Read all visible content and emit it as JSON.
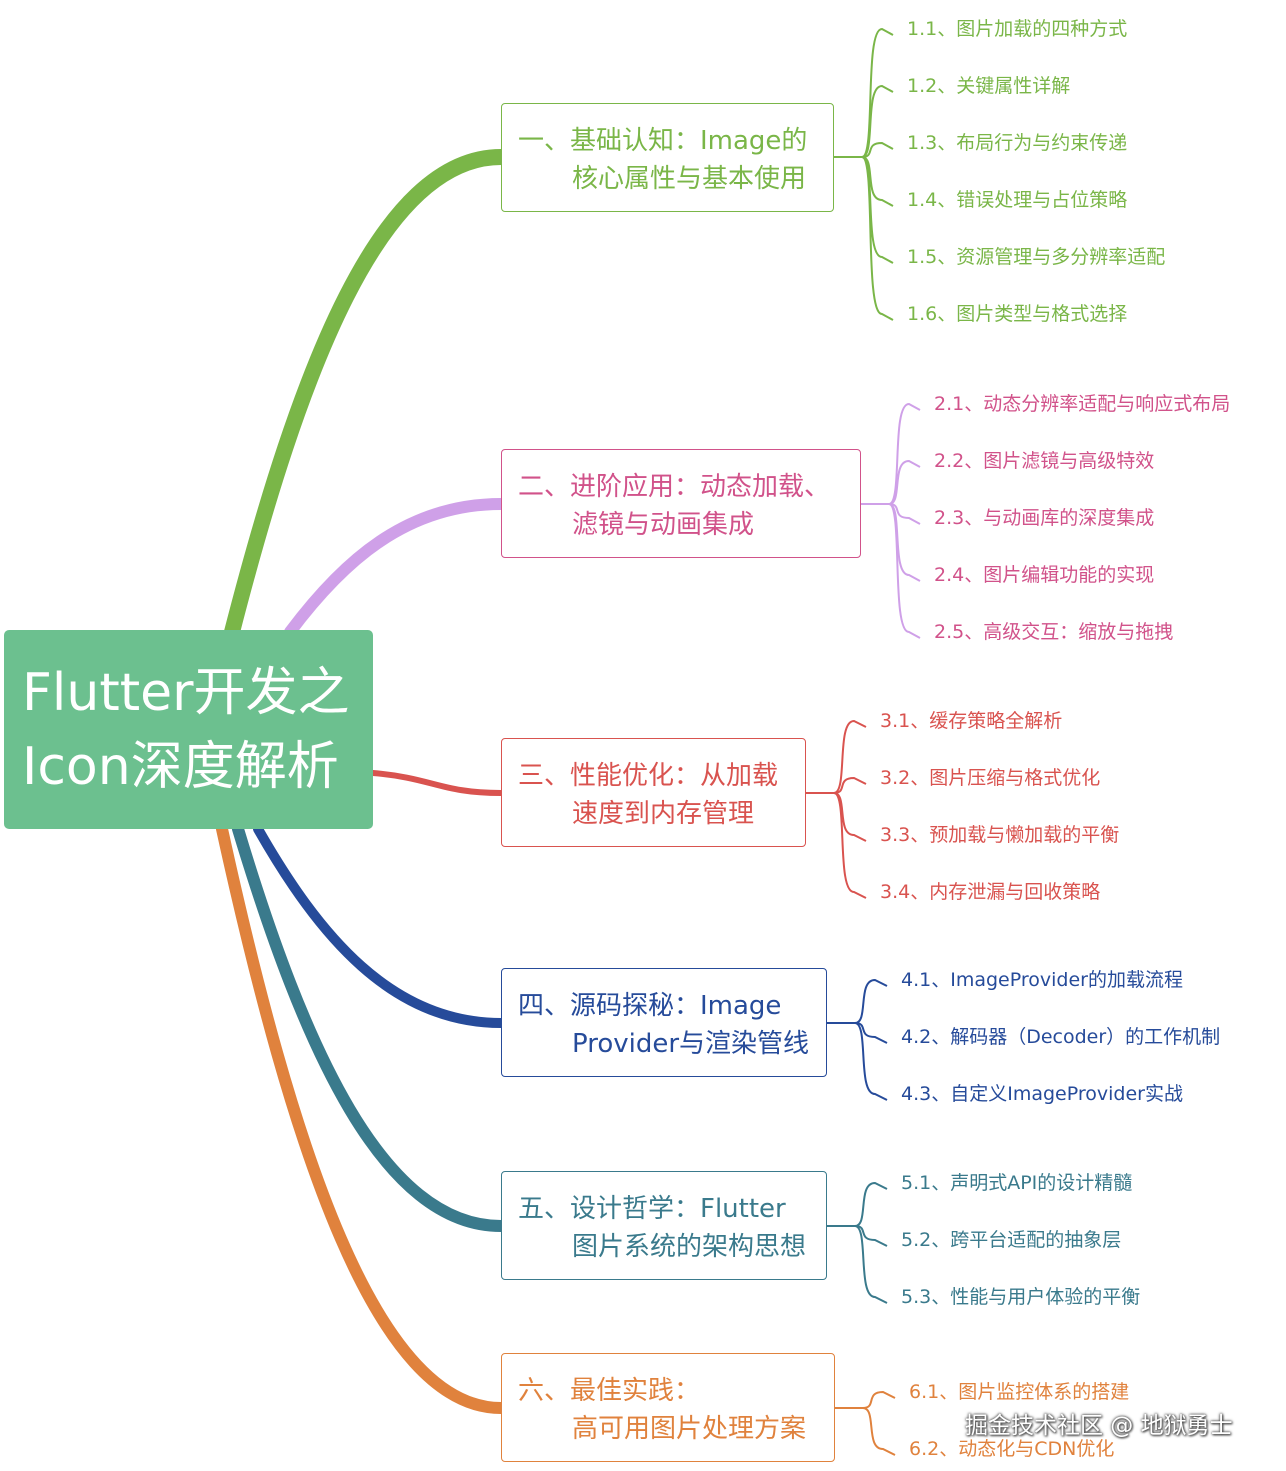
{
  "root": {
    "line1": "Flutter开发之",
    "line2": "Icon深度解析",
    "color": "#6cc08f"
  },
  "branches": [
    {
      "line1": "一、基础认知：Image的",
      "line2": "核心属性与基本使用",
      "color": "#7ab648",
      "leaves": [
        "1.1、图片加载的四种方式",
        "1.2、关键属性详解",
        "1.3、布局行为与约束传递",
        "1.4、错误处理与占位策略",
        "1.5、资源管理与多分辨率适配",
        "1.6、图片类型与格式选择"
      ]
    },
    {
      "line1": "二、进阶应用：动态加载、",
      "line2": "滤镜与动画集成",
      "color": "#d1528a",
      "link_color": "#cfa0e8",
      "leaves": [
        "2.1、动态分辨率适配与响应式布局",
        "2.2、图片滤镜与高级特效",
        "2.3、与动画库的深度集成",
        "2.4、图片编辑功能的实现",
        "2.5、高级交互：缩放与拖拽"
      ]
    },
    {
      "line1": "三、性能优化：从加载",
      "line2": "速度到内存管理",
      "color": "#d9534f",
      "leaves": [
        "3.1、缓存策略全解析",
        "3.2、图片压缩与格式优化",
        "3.3、预加载与懒加载的平衡",
        "3.4、内存泄漏与回收策略"
      ]
    },
    {
      "line1": "四、源码探秘：Image",
      "line2": "Provider与渲染管线",
      "color": "#264b9a",
      "leaves": [
        "4.1、ImageProvider的加载流程",
        "4.2、解码器（Decoder）的工作机制",
        "4.3、自定义ImageProvider实战"
      ]
    },
    {
      "line1": "五、设计哲学：Flutter",
      "line2": "图片系统的架构思想",
      "color": "#3a7a8c",
      "leaves": [
        "5.1、声明式API的设计精髓",
        "5.2、跨平台适配的抽象层",
        "5.3、性能与用户体验的平衡"
      ]
    },
    {
      "line1": "六、最佳实践：",
      "line2": "高可用图片处理方案",
      "color": "#e0823d",
      "leaves": [
        "6.1、图片监控体系的搭建",
        "6.2、动态化与CDN优化"
      ]
    }
  ],
  "watermark": "掘金技术社区 @ 地狱勇士"
}
